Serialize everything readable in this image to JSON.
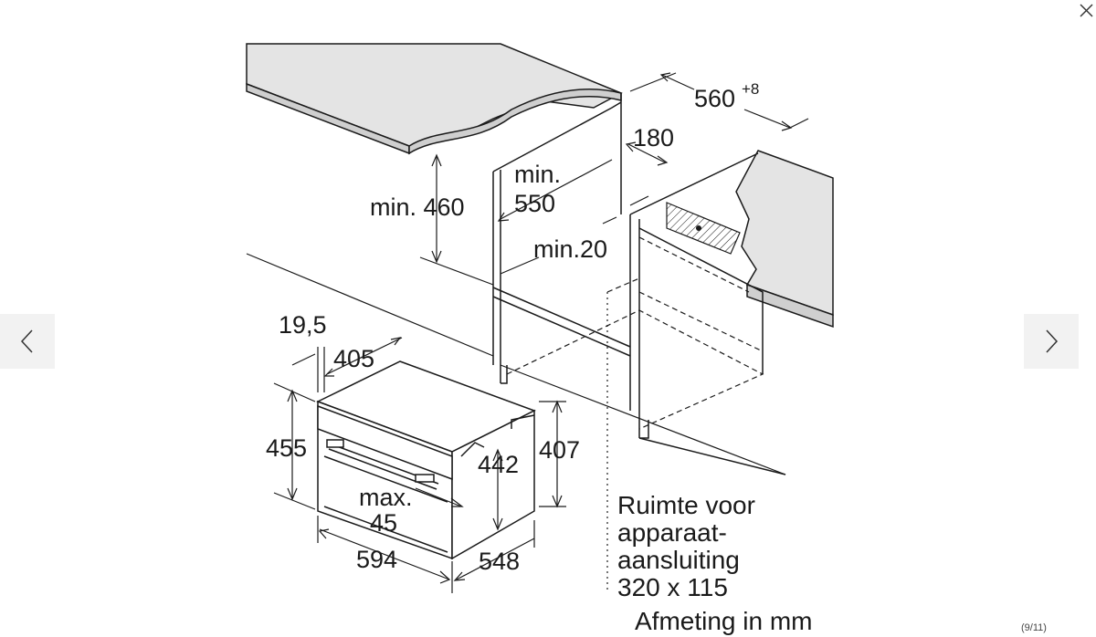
{
  "viewer": {
    "counter": "(9/11)",
    "prev_icon": "chevron-left-icon",
    "next_icon": "chevron-right-icon",
    "close_icon": "close-icon"
  },
  "diagram": {
    "dimensions": {
      "width_cavity": "560",
      "width_cavity_tol": "+8",
      "d180": "180",
      "min550_a": "min.",
      "min550_b": "550",
      "min460": "min. 460",
      "min20": "min.20",
      "d19_5": "19,5",
      "d405": "405",
      "d455": "455",
      "d442": "442",
      "d407": "407",
      "max45_a": "max.",
      "max45_b": "45",
      "d594": "594",
      "d548": "548"
    },
    "note_lines": [
      "Ruimte voor",
      "apparaat-",
      "aansluiting",
      "320 x 115"
    ],
    "unit_note": "Afmeting in mm"
  },
  "colors": {
    "counter_top": "#e4e4e4",
    "counter_edge": "#cfcfcf",
    "line": "#1a1a1a",
    "nav_bg": "#f2f2f2"
  }
}
